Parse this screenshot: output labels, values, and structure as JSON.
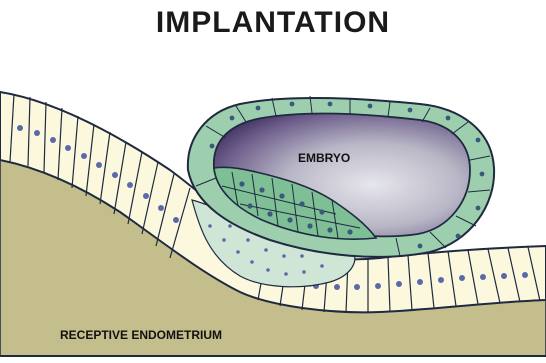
{
  "title": "IMPLANTATION",
  "labels": {
    "embryo": "EMBRYO",
    "endometrium": "RECEPTIVE ENDOMETRIUM"
  },
  "colors": {
    "stroma": "#c4bd8c",
    "epithelium_fill": "#fbf8dd",
    "trophoblast_fill": "#9dcfae",
    "embryo_cavity_light": "#dcdce4",
    "embryo_cavity_dark": "#3a2a5a",
    "nucleus": "#5a6aa8",
    "outline": "#1f2a40"
  }
}
